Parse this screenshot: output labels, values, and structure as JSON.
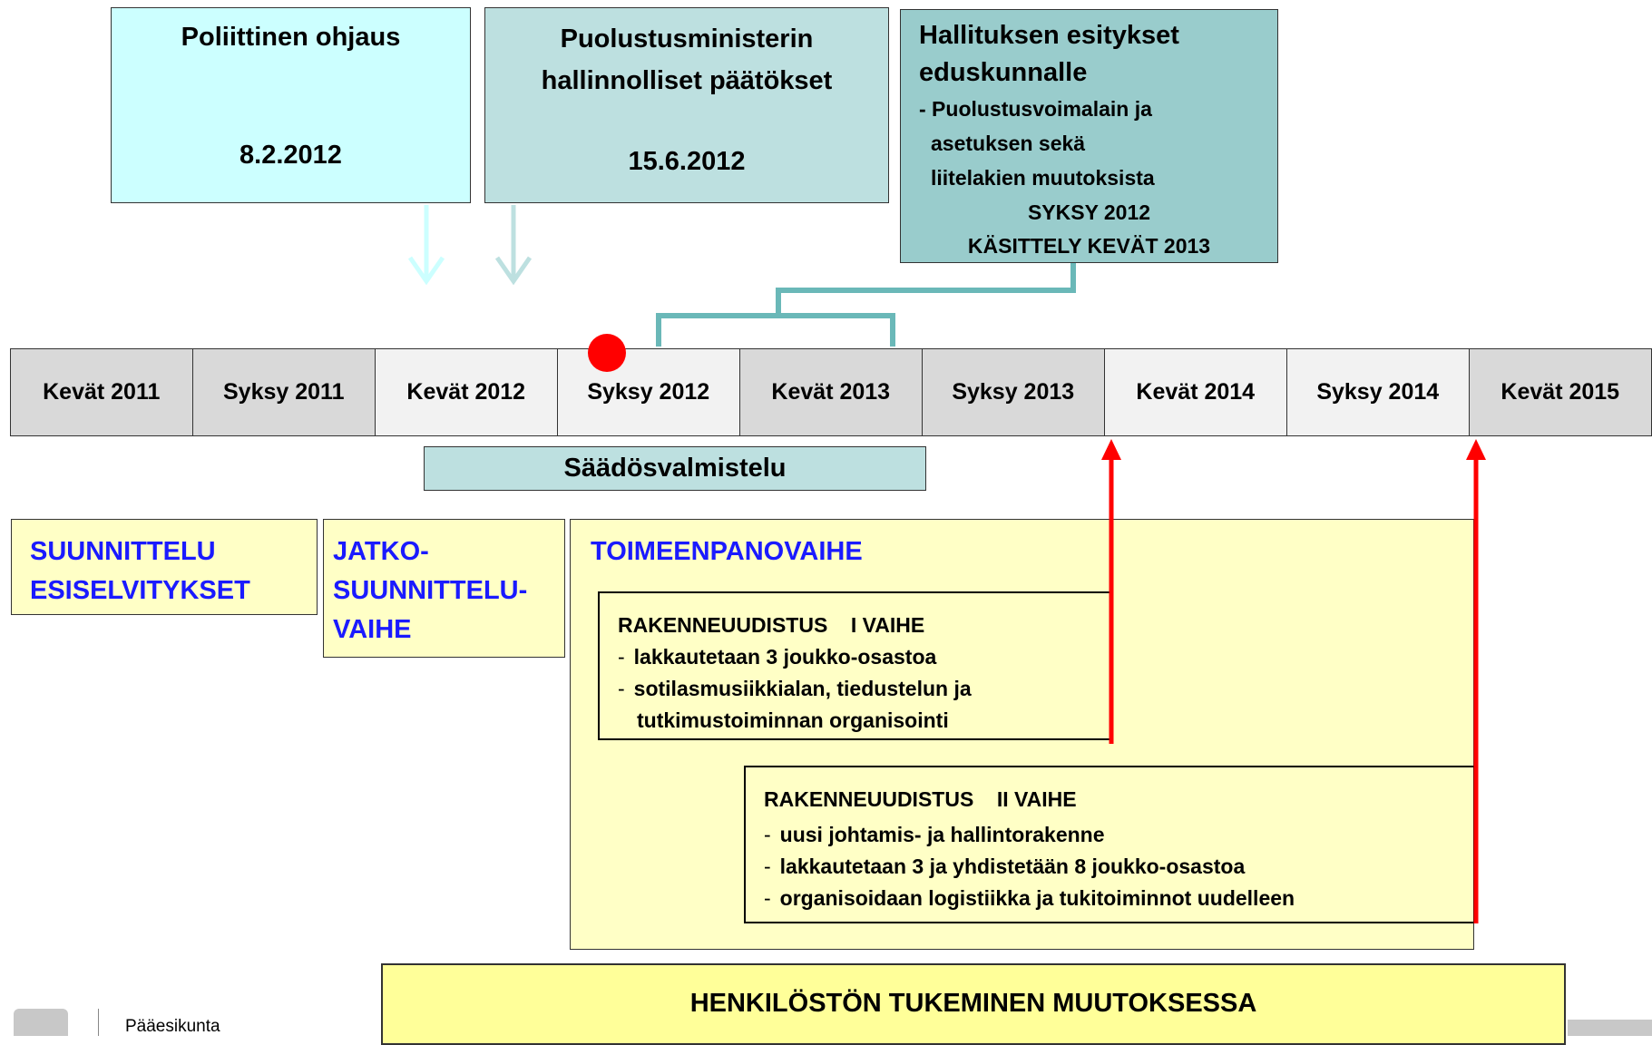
{
  "top_boxes": {
    "political": {
      "title": "Poliittinen ohjaus",
      "date": "8.2.2012"
    },
    "ministry": {
      "title_line1": "Puolustusministerin",
      "title_line2": "hallinnolliset päätökset",
      "date": "15.6.2012"
    },
    "government": {
      "title_line1": "Hallituksen esitykset",
      "title_line2": "eduskunnalle",
      "line1": "- Puolustusvoimalain ja",
      "line2": "asetuksen sekä",
      "line3": "liitelakien muutoksista",
      "line4": "SYKSY 2012",
      "line5": "KÄSITTELY KEVÄT 2013"
    }
  },
  "timeline": [
    "Kevät 2011",
    "Syksy 2011",
    "Kevät 2012",
    "Syksy 2012",
    "Kevät 2013",
    "Syksy 2013",
    "Kevät 2014",
    "Syksy 2014",
    "Kevät 2015"
  ],
  "legislation_bar": "Säädösvalmistelu",
  "phases": {
    "planning": {
      "line1": "SUUNNITTELU",
      "line2": "ESISELVITYKSET"
    },
    "further_planning": {
      "line1": "JATKO-",
      "line2": "SUUNNITTELU-",
      "line3": "VAIHE"
    },
    "implementation": {
      "title": "TOIMEENPANOVAIHE"
    }
  },
  "stage1": {
    "title": "RAKENNEUUDISTUS    I VAIHE",
    "items": [
      "lakkautetaan 3 joukko-osastoa",
      "sotilasmusiikkialan, tiedustelun ja",
      "tutkimustoiminnan organisointi"
    ]
  },
  "stage2": {
    "title": "RAKENNEUUDISTUS    II VAIHE",
    "items": [
      "uusi johtamis- ja hallintorakenne",
      "lakkautetaan 3 ja yhdistetään 8 joukko-osastoa",
      "organisoidaan logistiikka ja tukitoiminnot uudelleen"
    ]
  },
  "bottom_bar": "HENKILÖSTÖN TUKEMINEN MUUTOKSESSA",
  "footer": {
    "organization": "Pääesikunta"
  },
  "colors": {
    "light_cyan": "#ccffff",
    "teal_light": "#bde0e0",
    "teal": "#99cccc",
    "bracket": "#6ab8b8",
    "marker": "#ff0000",
    "phase_yellow": "#ffffc6",
    "phase_text_blue": "#1a1aff"
  }
}
